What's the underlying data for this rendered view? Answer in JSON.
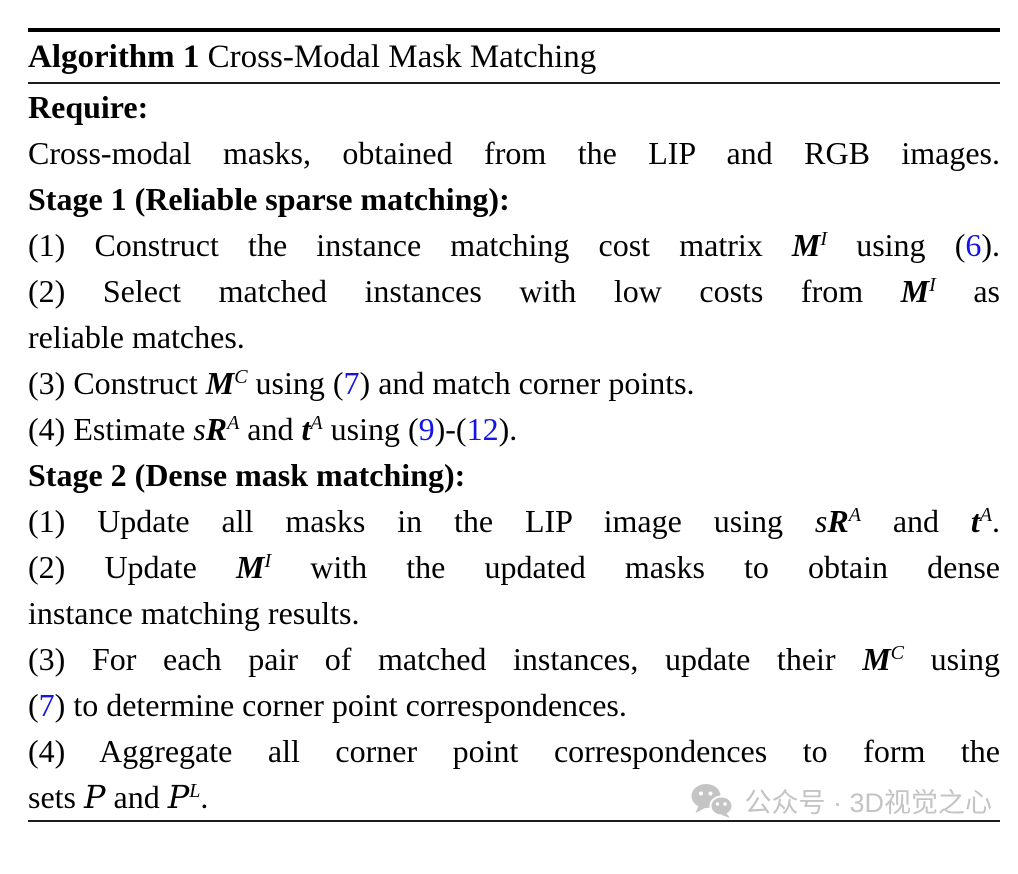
{
  "colors": {
    "text": "#000000",
    "reference_blue": "#1414e6",
    "watermark_gray": "#c4c4c4",
    "rule_black": "#000000"
  },
  "algorithm": {
    "label": "Algorithm 1",
    "title": " Cross-Modal Mask Matching"
  },
  "lines": {
    "require": {
      "text": "Require:"
    },
    "input": {
      "text": "Cross-modal masks, obtained from the LIP and RGB images."
    },
    "stage1": {
      "text": "Stage 1 (Reliable sparse matching):"
    },
    "s1_1": {
      "a": "(1) Construct the instance matching cost matrix ",
      "m": "M",
      "sup": "I",
      "b": " using (",
      "ref": "6",
      "c": ")."
    },
    "s1_2a": {
      "a": "(2) Select matched instances with low costs from ",
      "m": "M",
      "sup": "I",
      "b": " as"
    },
    "s1_2b": {
      "text": "reliable matches."
    },
    "s1_3": {
      "a": "(3) Construct ",
      "m": "M",
      "sup": "C",
      "b": " using (",
      "ref": "7",
      "c": ") and match corner points."
    },
    "s1_4": {
      "a": "(4) Estimate ",
      "s": "s",
      "r": "R",
      "sup1": "A",
      "b": " and ",
      "t": "t",
      "sup2": "A",
      "c": " using (",
      "ref1": "9",
      "d": ")-(",
      "ref2": "12",
      "e": ")."
    },
    "stage2": {
      "text": "Stage 2 (Dense mask matching):"
    },
    "s2_1": {
      "a": "(1) Update all masks in the LIP image using ",
      "s": "s",
      "r": "R",
      "sup1": "A",
      "b": " and ",
      "t": "t",
      "sup2": "A",
      "c": "."
    },
    "s2_2a": {
      "a": "(2) Update ",
      "m": "M",
      "sup": "I",
      "b": " with the updated masks to obtain dense"
    },
    "s2_2b": {
      "text": "instance matching results."
    },
    "s2_3a": {
      "a": "(3) For each pair of matched instances, update their ",
      "m": "M",
      "sup": "C",
      "b": " using"
    },
    "s2_3b": {
      "a": "(",
      "ref": "7",
      "b": ") to determine corner point correspondences."
    },
    "s2_4a": {
      "text": "(4) Aggregate all corner point correspondences to form the"
    },
    "s2_4b": {
      "a": "sets ",
      "p1": "P",
      "b": " and ",
      "p2": "P",
      "sup": "L",
      "c": "."
    }
  },
  "watermark": {
    "icon": "wechat-icon",
    "text": "公众号 · 3D视觉之心"
  }
}
